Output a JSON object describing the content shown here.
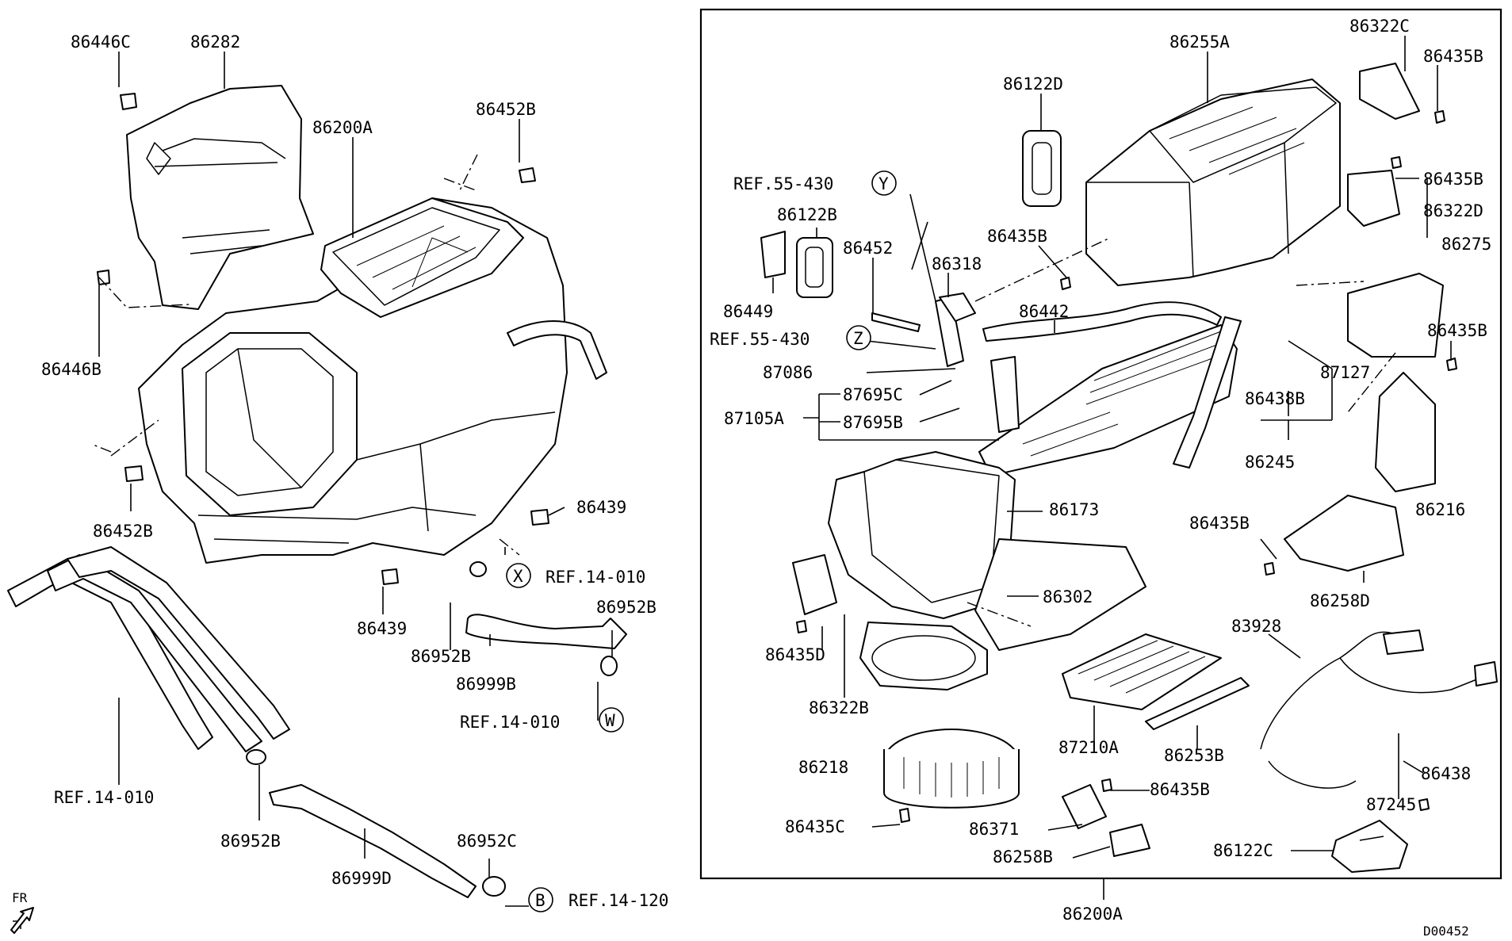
{
  "diagram_id": "D00452",
  "fr_label": "FR",
  "labels": {
    "l_86446C": "86446C",
    "l_86282": "86282",
    "l_86200A_top": "86200A",
    "l_86452B_top": "86452B",
    "l_86446B": "86446B",
    "l_86452B_left": "86452B",
    "l_86439_a": "86439",
    "l_86439_b": "86439",
    "l_REF_X": "REF.14-010",
    "l_86952B_r": "86952B",
    "l_86952B_m": "86952B",
    "l_86999B": "86999B",
    "l_REF_W": "REF.14-010",
    "l_REF_left": "REF.14-010",
    "l_86952B_b": "86952B",
    "l_86999D": "86999D",
    "l_86952C": "86952C",
    "l_REF_B": "REF.14-120",
    "r_86255A": "86255A",
    "r_86322C": "86322C",
    "r_86435B_1": "86435B",
    "r_86122D": "86122D",
    "r_REF_Y": "REF.55-430",
    "r_86122B": "86122B",
    "r_86452": "86452",
    "r_86318": "86318",
    "r_86435B_2": "86435B",
    "r_86435B_3": "86435B",
    "r_86322D": "86322D",
    "r_86275": "86275",
    "r_86449": "86449",
    "r_86442": "86442",
    "r_REF_Z": "REF.55-430",
    "r_87086": "87086",
    "r_87695C": "87695C",
    "r_87105A": "87105A",
    "r_87695B": "87695B",
    "r_86435B_4": "86435B",
    "r_87127": "87127",
    "r_86438B": "86438B",
    "r_86245": "86245",
    "r_86216": "86216",
    "r_86173": "86173",
    "r_86435B_5": "86435B",
    "r_86302": "86302",
    "r_86258D": "86258D",
    "r_83928": "83928",
    "r_86435D": "86435D",
    "r_86322B": "86322B",
    "r_86218": "86218",
    "r_87210A": "87210A",
    "r_86253B": "86253B",
    "r_86438": "86438",
    "r_86435B_6": "86435B",
    "r_87245": "87245",
    "r_86435C": "86435C",
    "r_86371": "86371",
    "r_86258B": "86258B",
    "r_86122C": "86122C",
    "r_86200A_bottom": "86200A"
  },
  "callouts": {
    "X": "X",
    "W": "W",
    "B": "B",
    "Y": "Y",
    "Z": "Z"
  }
}
